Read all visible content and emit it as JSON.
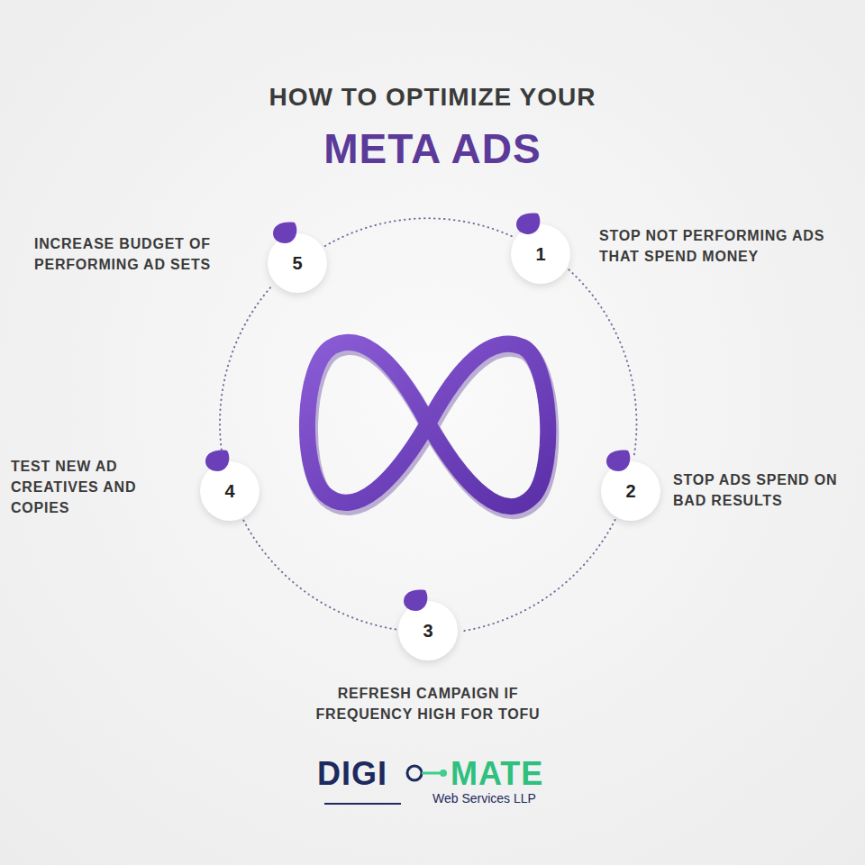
{
  "diagram": {
    "title": "HOW TO OPTIMIZE YOUR",
    "nodes": [
      {
        "text": [
          "1",
          "STOP NOT PERFORMING ADS THAT SPEND MONEY"
        ]
      },
      {
        "text": [
          "2",
          "STOP ADS SPEND ON BAD RESULTS"
        ]
      },
      {
        "text": [
          "3",
          "REFRESH CAMPAIGN IF FREQUENCY HIGH FOR TOFU"
        ]
      },
      {
        "text": [
          "4",
          "TEST NEW AD CREATIVES AND COPIES"
        ]
      },
      {
        "text": [
          "5",
          "INCREASE BUDGET OF PERFORMING AD SETS"
        ]
      }
    ],
    "edges": [
      {
        "from": 0,
        "to": 1,
        "arrow": "none"
      },
      {
        "from": 1,
        "to": 2,
        "arrow": "none"
      },
      {
        "from": 2,
        "to": 3,
        "arrow": "none"
      },
      {
        "from": 3,
        "to": 4,
        "arrow": "none"
      },
      {
        "from": 4,
        "to": 0,
        "arrow": "none"
      }
    ],
    "labels": [
      "META ADS",
      "DIGI",
      "MATE",
      "Web Services LLP"
    ]
  }
}
